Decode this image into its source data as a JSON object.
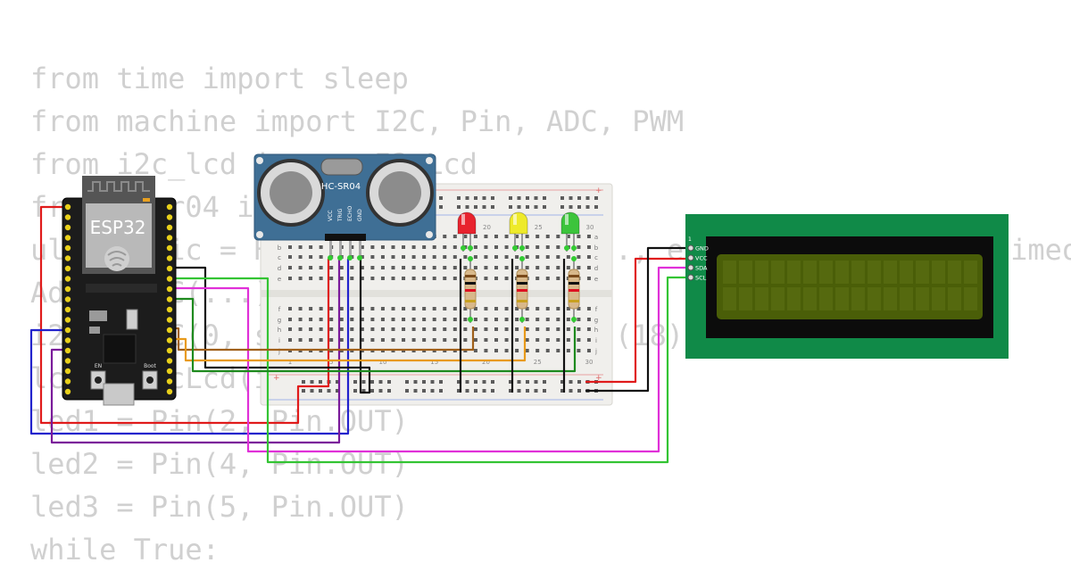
{
  "code_lines": [
    "from time import sleep",
    "from machine import I2C, Pin, ADC, PWM",
    "from i2c_lcd import I2cLcd",
    "from hcsr04 import HCSR04",
    "ultrasonic = HCSR04(trigger_pin=..., echo_pin=..., echo_timeou",
    "Adc = ADC(...)",
    "i2c = I2C(0, scl=Pin(...), sda=Pin(18), ...",
    "lcd = I2cLcd(i2c, ..., 2, 16)",
    "led1 = Pin(2, Pin.OUT)",
    "led2 = Pin(4, Pin.OUT)",
    "led3 = Pin(5, Pin.OUT)",
    "while True:"
  ],
  "esp32": {
    "label": "ESP32",
    "boot_label": "Boot",
    "en_label": "EN"
  },
  "sensor": {
    "label": "HC-SR04",
    "pins": [
      "VCC",
      "TRIG",
      "ECHO",
      "GND"
    ]
  },
  "breadboard": {
    "row_letters_top": [
      "a",
      "b",
      "c",
      "d",
      "e"
    ],
    "row_letters_bottom": [
      "f",
      "g",
      "h",
      "i",
      "j"
    ],
    "column_numbers": [
      "1",
      "5",
      "10",
      "15",
      "20",
      "25",
      "30"
    ],
    "column_numbers_top": [
      "20",
      "25",
      "30"
    ]
  },
  "leds": [
    {
      "color": "red",
      "fill": "#e8232e"
    },
    {
      "color": "yellow",
      "fill": "#eeea2a"
    },
    {
      "color": "green",
      "fill": "#3cc43c"
    }
  ],
  "lcd": {
    "pins": [
      "GND",
      "VCC",
      "SDA",
      "SCL"
    ],
    "pin_header_number": "1"
  },
  "colors": {
    "wire_red": "#e01b1b",
    "wire_black": "#111111",
    "wire_blue": "#2222cc",
    "wire_purple": "#7a1a9a",
    "wire_magenta": "#e030d8",
    "wire_green": "#33c433",
    "wire_orange": "#e89a1a",
    "wire_brown": "#a0601a",
    "wire_dkgreen": "#1e8a1e",
    "pcb_green": "#108a48",
    "lcd_screen": "#4a5e08",
    "sensor_blue": "#3f6f95",
    "code_text": "#d0d0d0"
  }
}
